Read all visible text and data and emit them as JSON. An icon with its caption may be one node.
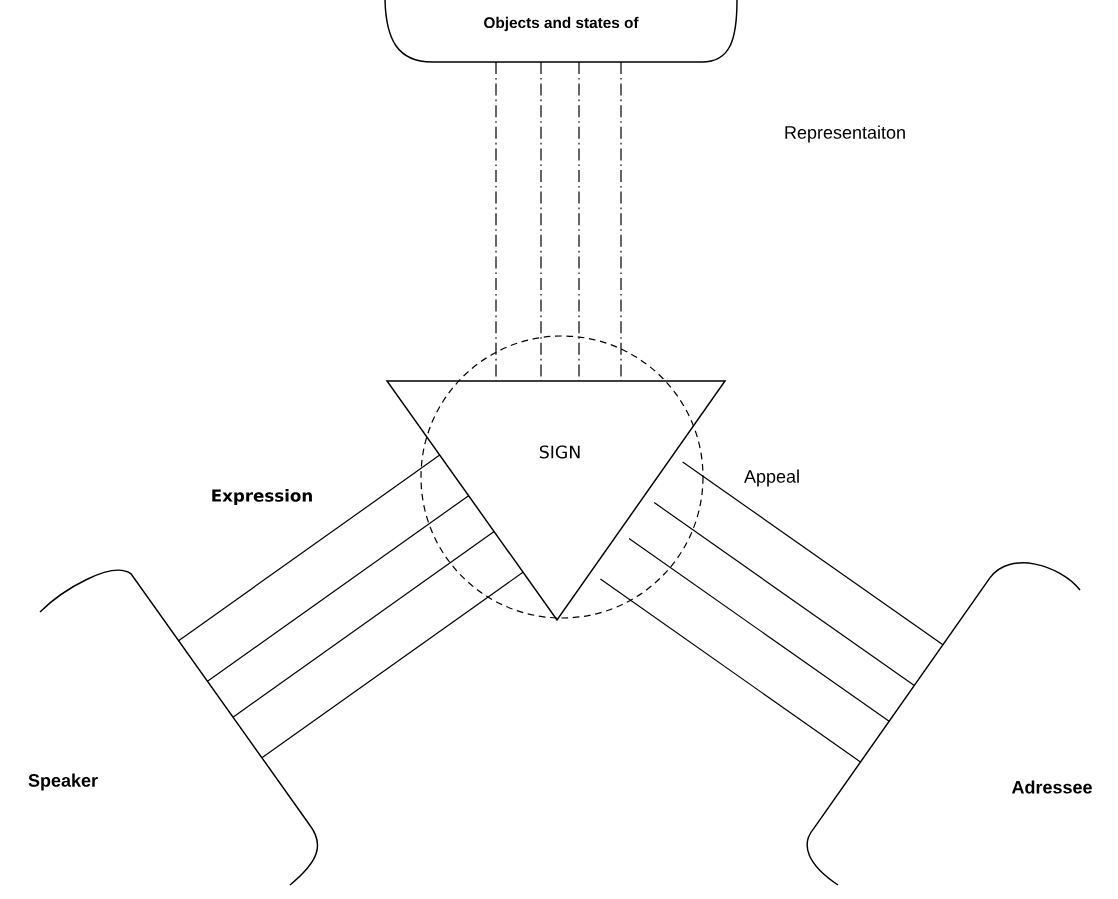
{
  "diagram": {
    "nodes": [
      {
        "text": [
          "Objects and states of"
        ]
      },
      {
        "text": [
          "SIGN"
        ]
      },
      {
        "text": [
          "Speaker"
        ]
      },
      {
        "text": [
          "Adressee"
        ]
      }
    ],
    "edges": [
      {
        "from": 0,
        "to": 1,
        "arrow": "none",
        "style": "dashed"
      },
      {
        "from": 0,
        "to": 1,
        "arrow": "none",
        "style": "dashed"
      },
      {
        "from": 0,
        "to": 1,
        "arrow": "none",
        "style": "dashed"
      },
      {
        "from": 0,
        "to": 1,
        "arrow": "none",
        "style": "dashed"
      },
      {
        "from": 2,
        "to": 1,
        "arrow": "none"
      },
      {
        "from": 2,
        "to": 1,
        "arrow": "none"
      },
      {
        "from": 2,
        "to": 1,
        "arrow": "none"
      },
      {
        "from": 2,
        "to": 1,
        "arrow": "none"
      },
      {
        "from": 3,
        "to": 1,
        "arrow": "none"
      },
      {
        "from": 3,
        "to": 1,
        "arrow": "none"
      },
      {
        "from": 3,
        "to": 1,
        "arrow": "none"
      },
      {
        "from": 3,
        "to": 1,
        "arrow": "none"
      }
    ],
    "labels": [
      "Representaiton",
      "Expression",
      "Appeal"
    ]
  }
}
